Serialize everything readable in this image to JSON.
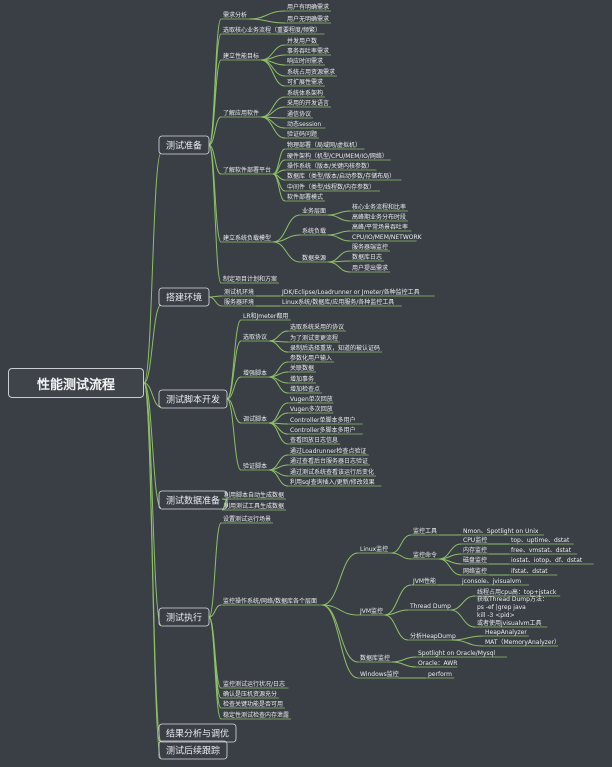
{
  "root": "性能测试流程",
  "colors": {
    "background": "#3a3f45",
    "line": "#8fbf6a",
    "text": "#e9ecef",
    "box_border": "#d9dde1",
    "root_border": "#c9cdd1"
  },
  "tree": [
    {
      "label": "测试准备",
      "children": [
        {
          "label": "需求分析",
          "children": [
            {
              "label": "用户有明确需求"
            },
            {
              "label": "用户无明确需求"
            }
          ]
        },
        {
          "label": "选取核心业务流程（重要程度/频繁）"
        },
        {
          "label": "建立性能目标",
          "children": [
            {
              "label": "并发用户数"
            },
            {
              "label": "事务吞吐率需求"
            },
            {
              "label": "响应时间需求"
            },
            {
              "label": "系统占用资源需求"
            },
            {
              "label": "可扩展性需求"
            }
          ]
        },
        {
          "label": "了解应用软件",
          "children": [
            {
              "label": "系统体系架构"
            },
            {
              "label": "采用的开发语言"
            },
            {
              "label": "通信协议"
            },
            {
              "label": "动态session"
            },
            {
              "label": "验证码问题"
            }
          ]
        },
        {
          "label": "了解软件部署平台",
          "children": [
            {
              "label": "物理部署（局域网/虚拟机）"
            },
            {
              "label": "硬件架构（机型/CPU/MEM/IO/网络）"
            },
            {
              "label": "操作系统（版本/关键内核参数）"
            },
            {
              "label": "数据库（类型/版本/启动参数/存储布局）"
            },
            {
              "label": "中间件（类型/线程数/内存参数）"
            },
            {
              "label": "软件部署模式"
            }
          ]
        },
        {
          "label": "建立系统负载模型",
          "children": [
            {
              "label": "业务层面",
              "children": [
                {
                  "label": "核心业务流程和比率"
                },
                {
                  "label": "高峰期业务分布时段"
                }
              ]
            },
            {
              "label": "系统负载",
              "children": [
                {
                  "label": "高峰/平常场景吞吐率"
                },
                {
                  "label": "CPU/IO/MEM/NETWORK"
                }
              ]
            },
            {
              "label": "数据来源",
              "children": [
                {
                  "label": "服务器端监控"
                },
                {
                  "label": "数据库日志"
                },
                {
                  "label": "用户提出需求"
                }
              ]
            }
          ]
        },
        {
          "label": "制定项目计划和方案"
        }
      ]
    },
    {
      "label": "搭建环境",
      "children": [
        {
          "label": "测试机环境",
          "children": [
            {
              "label": "JDK/Eclipse/Loadrunner or Jmeter/各种监控工具"
            }
          ]
        },
        {
          "label": "服务器环境",
          "children": [
            {
              "label": "Linux系统/数据库/应用服务/各种监控工具"
            }
          ]
        }
      ]
    },
    {
      "label": "测试脚本开发",
      "children": [
        {
          "label": "LR和Jmeter都用"
        },
        {
          "label": "选取协议",
          "children": [
            {
              "label": "选取系统采用的协议"
            },
            {
              "label": "为了测试变更流程"
            },
            {
              "label": "录制后选择重放，知道的被认证码"
            }
          ]
        },
        {
          "label": "增强脚本",
          "children": [
            {
              "label": "参数化用户输入"
            },
            {
              "label": "关联数据"
            },
            {
              "label": "增加事务"
            },
            {
              "label": "增加检查点"
            }
          ]
        },
        {
          "label": "调试脚本",
          "children": [
            {
              "label": "Vugen单次回放"
            },
            {
              "label": "Vugen多次回放"
            },
            {
              "label": "Controller单脚本多用户"
            },
            {
              "label": "Controller多脚本多用户"
            },
            {
              "label": "查看回放日志信息"
            }
          ]
        },
        {
          "label": "验证脚本",
          "children": [
            {
              "label": "通过Loadrunner检查点验证"
            },
            {
              "label": "通过查看后台服务器日志验证"
            },
            {
              "label": "通过测试系统查看该运行后变化"
            },
            {
              "label": "利用sql查询插入/更新/修改效果"
            }
          ]
        }
      ]
    },
    {
      "label": "测试数据准备",
      "children": [
        {
          "label": "利用脚本自动生成数据"
        },
        {
          "label": "利用测试工具生成数据"
        }
      ]
    },
    {
      "label": "测试执行",
      "children": [
        {
          "label": "设置测试运行场景"
        },
        {
          "label": "监控操作系统/网络/数据库各个层面",
          "children": [
            {
              "label": "Linux监控",
              "children": [
                {
                  "label": "监控工具",
                  "children": [
                    {
                      "label": "Nmon、Spotlight on Unix"
                    }
                  ]
                },
                {
                  "label": "监控命令",
                  "children": [
                    {
                      "label": "CPU监控",
                      "children": [
                        {
                          "label": "top、uptime、dstat"
                        }
                      ]
                    },
                    {
                      "label": "内存监控",
                      "children": [
                        {
                          "label": "free、vmstat、dstat"
                        }
                      ]
                    },
                    {
                      "label": "磁盘监控",
                      "children": [
                        {
                          "label": "iostat、iotop、df、dstat"
                        }
                      ]
                    },
                    {
                      "label": "网络监控",
                      "children": [
                        {
                          "label": "ifstat、dstat"
                        }
                      ]
                    }
                  ]
                }
              ]
            },
            {
              "label": "JVM监控",
              "children": [
                {
                  "label": "JVM性能",
                  "children": [
                    {
                      "label": "jconsole、jvisualvm"
                    }
                  ]
                },
                {
                  "label": "Thread Dump",
                  "children": [
                    {
                      "label": "线程占用cpu高：top+jstack"
                    },
                    {
                      "label": "获取Thread Dump方法：\nps -ef |grep java\nkill -3 <pid>\n或者使用jvisualvm工具"
                    }
                  ]
                },
                {
                  "label": "分析HeapDump",
                  "children": [
                    {
                      "label": "HeapAnalyzer"
                    },
                    {
                      "label": "MAT（MemoryAnalyzer）"
                    }
                  ]
                }
              ]
            },
            {
              "label": "数据库监控",
              "children": [
                {
                  "label": "Spotlight on Oracle/Mysql"
                },
                {
                  "label": "Oracle：AWR"
                }
              ]
            },
            {
              "label": "Windows监控",
              "children": [
                {
                  "label": "perform"
                }
              ]
            }
          ]
        },
        {
          "label": "监控测试运行状况/日志"
        },
        {
          "label": "确认是压机资源充分"
        },
        {
          "label": "检查关键功能是否可用"
        },
        {
          "label": "稳定性测试检查内存泄露"
        }
      ]
    },
    {
      "label": "结果分析与调优"
    },
    {
      "label": "测试后续跟踪"
    }
  ]
}
